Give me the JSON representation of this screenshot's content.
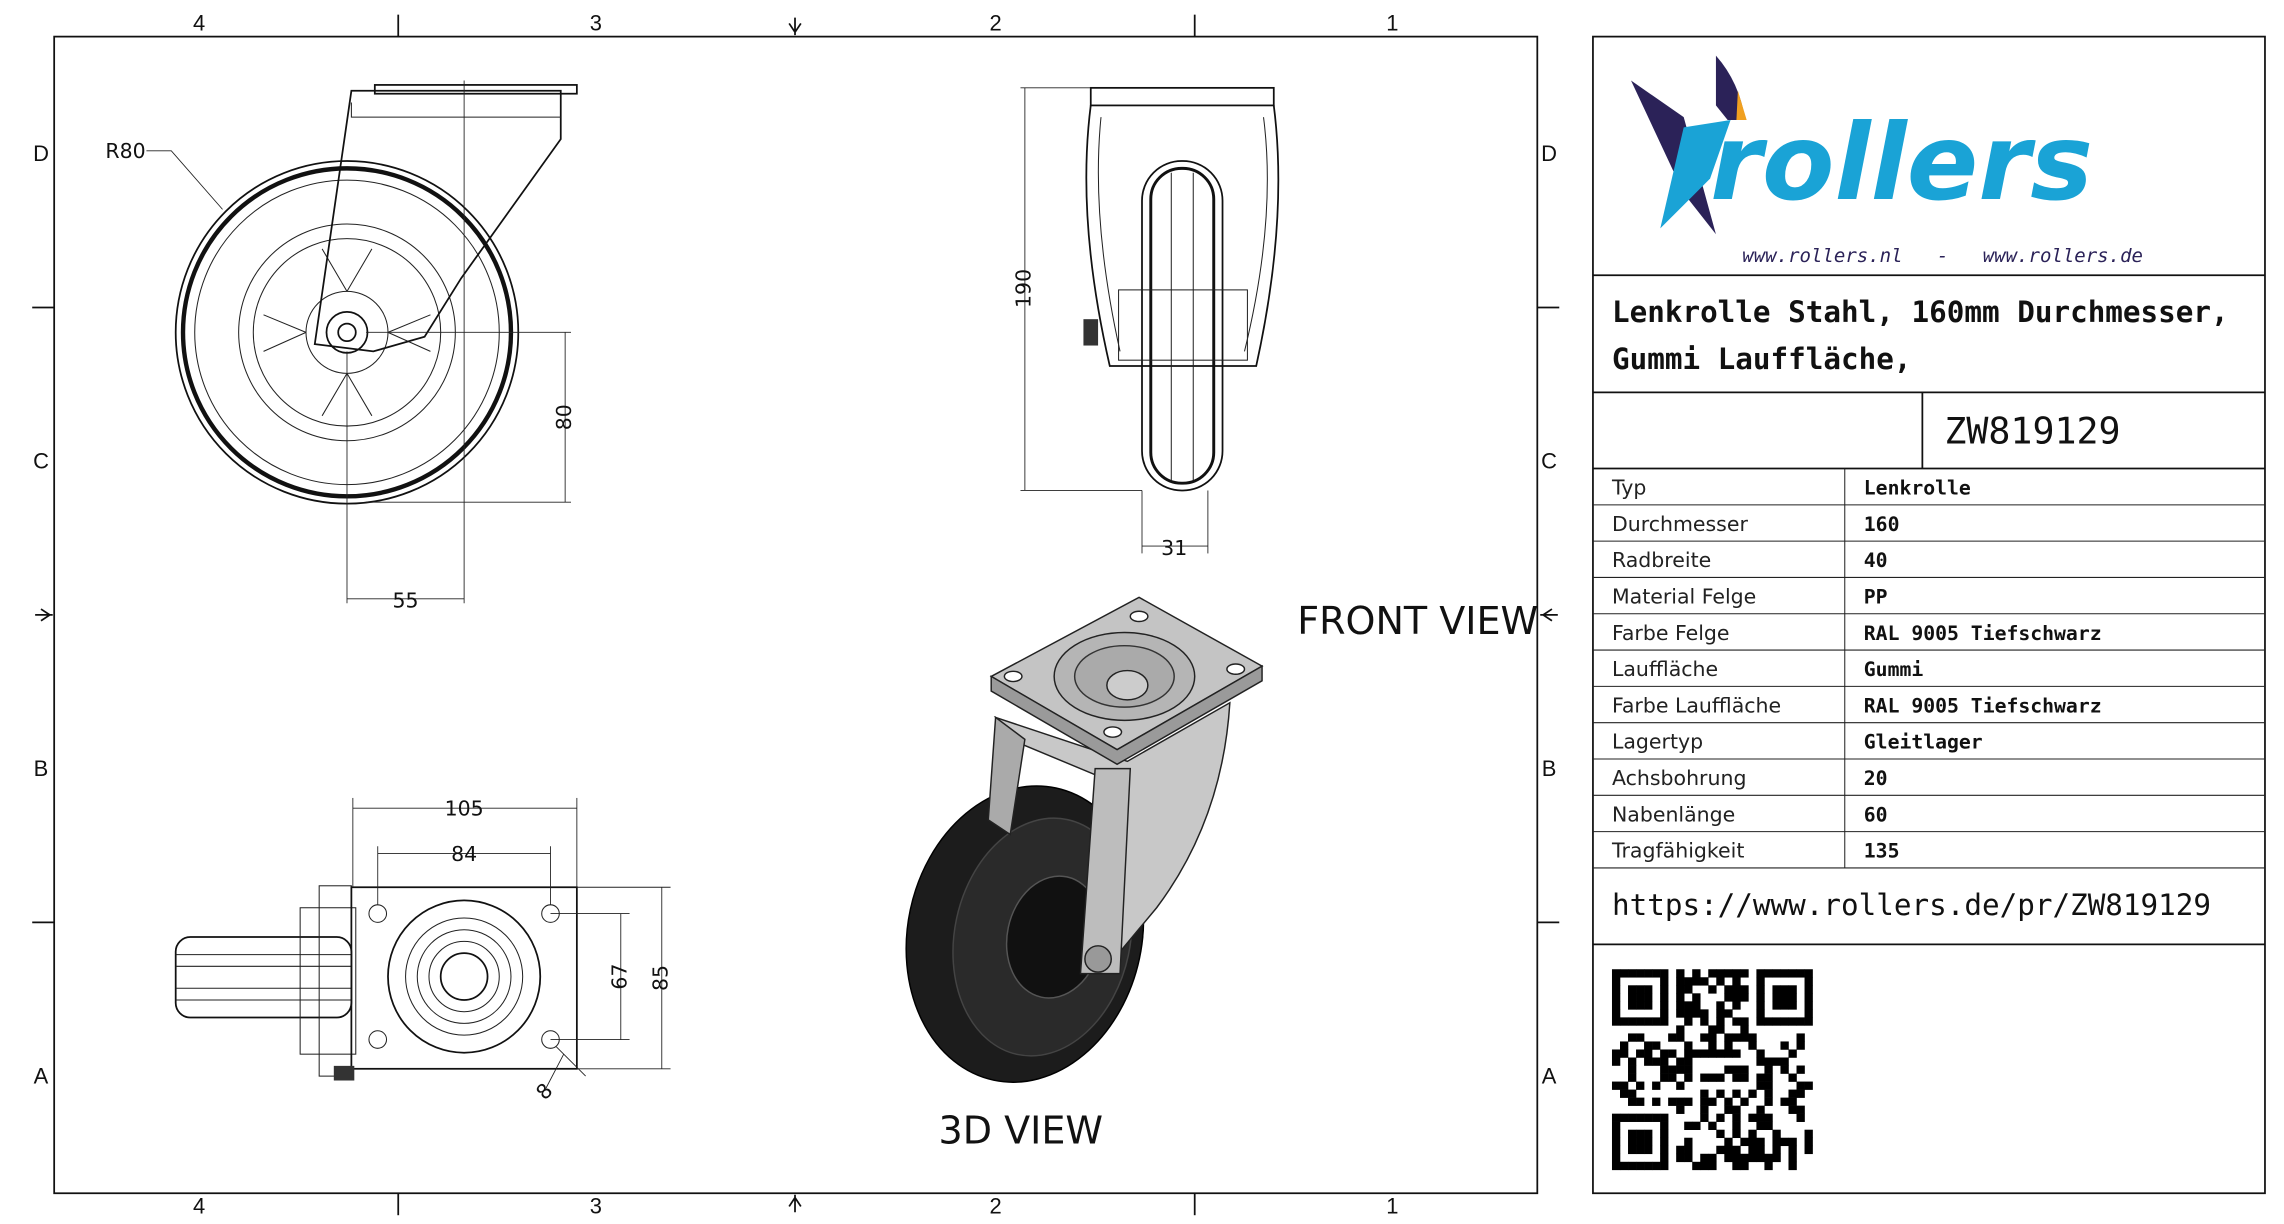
{
  "frame": {
    "columns": [
      "4",
      "3",
      "2",
      "1"
    ],
    "rows": [
      "D",
      "C",
      "B",
      "A"
    ]
  },
  "views": {
    "front_view_label": "FRONT VIEW",
    "view_3d_label": "3D VIEW"
  },
  "dimensions": {
    "radius": "R80",
    "side_height": "80",
    "side_offset": "55",
    "front_height": "190",
    "front_width": "31",
    "plate_width": "105",
    "hole_spacing_x": "84",
    "hole_spacing_y": "67",
    "plate_height": "85",
    "hole_diameter": "8"
  },
  "title_block": {
    "logo_text": "rollers",
    "logo_urls": "www.rollers.nl   -   www.rollers.de",
    "description_line1": "Lenkrolle Stahl, 160mm Durchmesser,",
    "description_line2": "Gummi Lauffläche,",
    "article_number": "ZW819129",
    "specs": [
      {
        "label": "Typ",
        "value": "Lenkrolle"
      },
      {
        "label": "Durchmesser",
        "value": "160"
      },
      {
        "label": "Radbreite",
        "value": "40"
      },
      {
        "label": "Material Felge",
        "value": "PP"
      },
      {
        "label": "Farbe Felge",
        "value": "RAL 9005 Tiefschwarz"
      },
      {
        "label": "Lauffläche",
        "value": "Gummi"
      },
      {
        "label": "Farbe Lauffläche",
        "value": "RAL 9005 Tiefschwarz"
      },
      {
        "label": "Lagertyp",
        "value": "Gleitlager"
      },
      {
        "label": "Achsbohrung",
        "value": "20"
      },
      {
        "label": "Nabenlänge",
        "value": "60"
      },
      {
        "label": "Tragfähigkeit",
        "value": "135"
      }
    ],
    "url": "https://www.rollers.de/pr/ZW819129"
  },
  "colors": {
    "logo_blue": "#1aa3d6",
    "logo_navy": "#2b2258",
    "logo_orange": "#f0a020"
  }
}
